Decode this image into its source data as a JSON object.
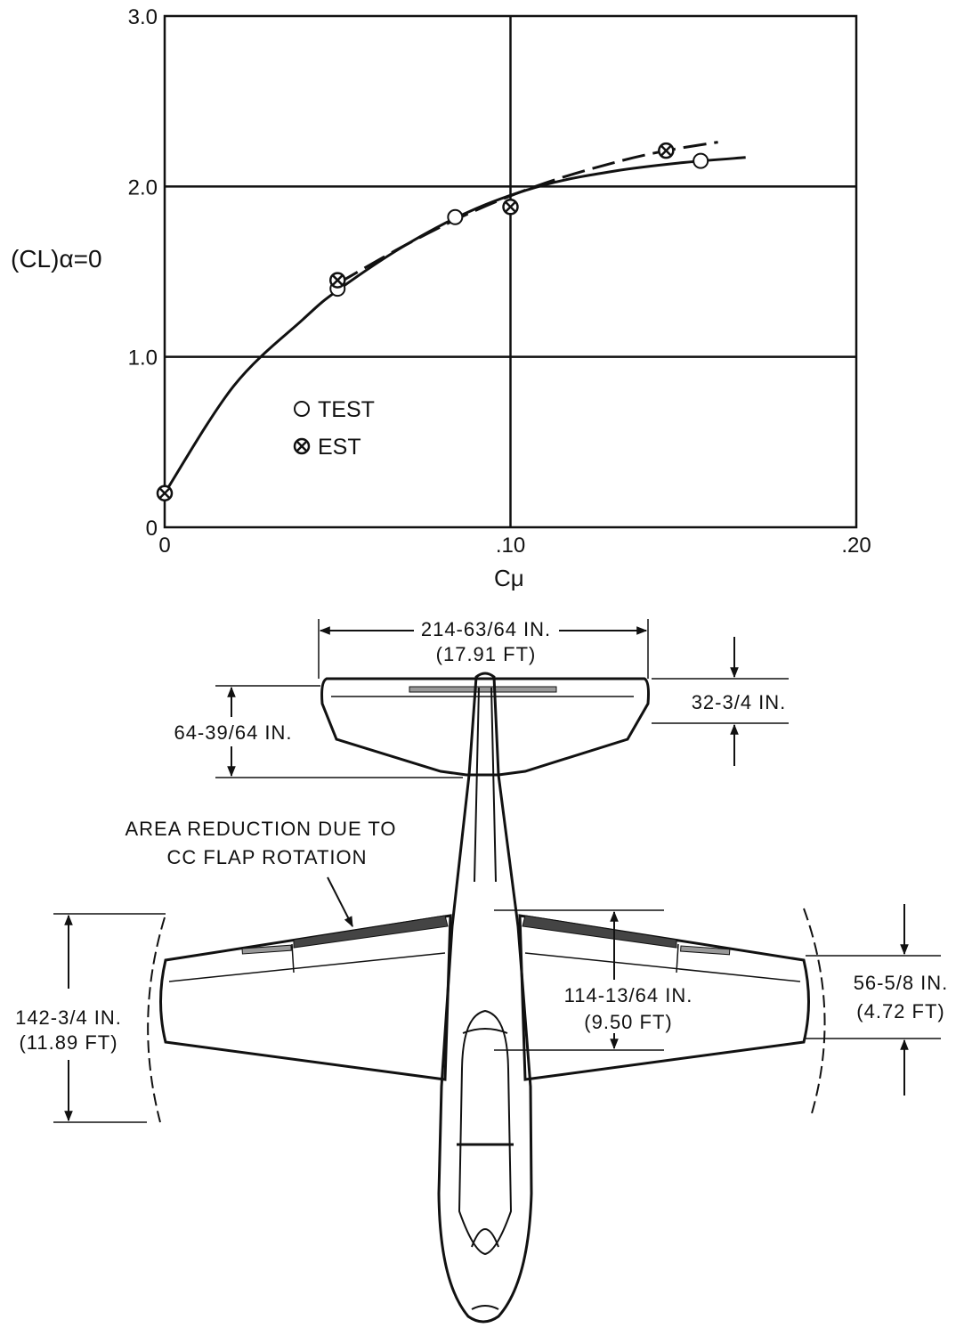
{
  "chart_data": {
    "type": "line",
    "ylabel": "(CL)α=0",
    "xlabel": "Cμ",
    "xlim": [
      0,
      0.2
    ],
    "ylim": [
      0,
      3.0
    ],
    "x_ticks": [
      "0",
      ".10",
      ".20"
    ],
    "y_ticks": [
      "0",
      "1.0",
      "2.0",
      "3.0"
    ],
    "grid": true,
    "legend": {
      "position": "lower-middle",
      "entries": [
        "TEST",
        "EST"
      ]
    },
    "series": [
      {
        "name": "TEST",
        "marker": "open-circle",
        "line": "solid",
        "x": [
          0.0,
          0.05,
          0.084,
          0.155
        ],
        "y": [
          0.2,
          1.4,
          1.82,
          2.15
        ]
      },
      {
        "name": "EST",
        "marker": "crossed-circle",
        "line": "dashed",
        "x": [
          0.0,
          0.05,
          0.1,
          0.145
        ],
        "y": [
          0.2,
          1.45,
          1.88,
          2.21
        ]
      }
    ],
    "curves": {
      "solid": [
        [
          0.0,
          0.2
        ],
        [
          0.02,
          0.83
        ],
        [
          0.04,
          1.22
        ],
        [
          0.05,
          1.39
        ],
        [
          0.07,
          1.66
        ],
        [
          0.09,
          1.87
        ],
        [
          0.11,
          2.01
        ],
        [
          0.13,
          2.09
        ],
        [
          0.15,
          2.14
        ],
        [
          0.168,
          2.17
        ]
      ],
      "dashed": [
        [
          0.05,
          1.43
        ],
        [
          0.07,
          1.66
        ],
        [
          0.09,
          1.86
        ],
        [
          0.11,
          2.02
        ],
        [
          0.13,
          2.14
        ],
        [
          0.145,
          2.21
        ],
        [
          0.16,
          2.26
        ]
      ]
    }
  },
  "diagram": {
    "dimensions": {
      "tail_span": "214-63/64 IN.",
      "tail_span_ft": "(17.91 FT)",
      "tail_chord": "32-3/4 IN.",
      "tail_offset": "64-39/64 IN.",
      "root_chord": "142-3/4 IN.",
      "root_chord_ft": "(11.89 FT)",
      "mid_chord": "114-13/64 IN.",
      "mid_chord_ft": "(9.50 FT)",
      "tip_chord": "56-5/8 IN.",
      "tip_chord_ft": "(4.72 FT)"
    },
    "annotation_line1": "AREA REDUCTION DUE TO",
    "annotation_line2": "CC FLAP ROTATION"
  }
}
